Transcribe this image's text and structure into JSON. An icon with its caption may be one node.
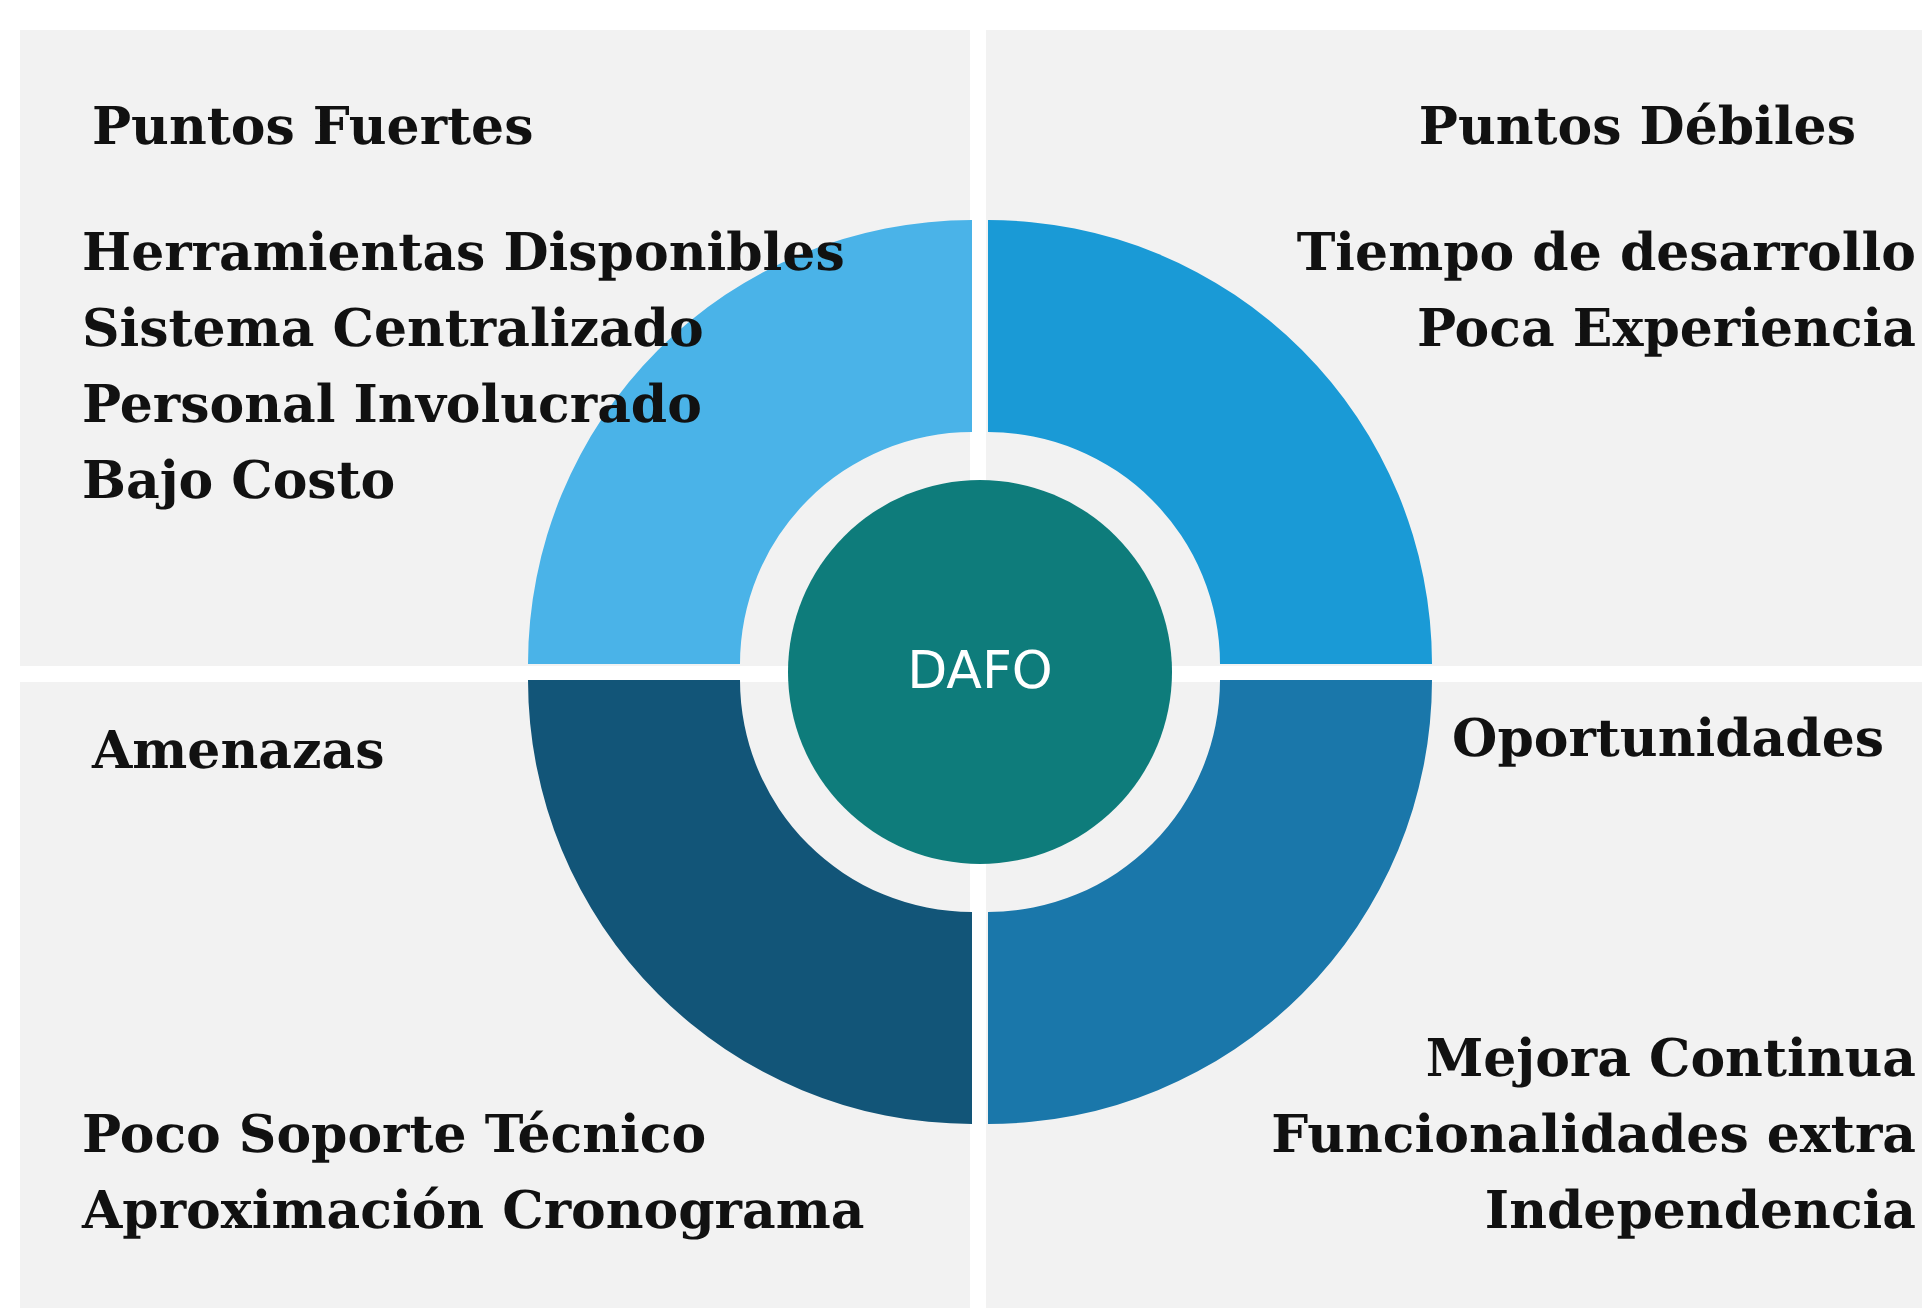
{
  "diagram": {
    "nodes": [
      {
        "text": [
          "Puntos Fuertes",
          "Herramientas Disponibles",
          "Sistema Centralizado",
          "Personal Involucrado",
          "Bajo Costo"
        ]
      },
      {
        "text": [
          "Puntos Débiles",
          "Tiempo de desarrollo",
          "Poca Experiencia"
        ]
      },
      {
        "text": [
          "DAFO"
        ]
      },
      {
        "text": [
          "Amenazas",
          "Poco Soporte Técnico",
          "Aproximación Cronograma"
        ]
      },
      {
        "text": [
          "Oportunidades",
          "Mejora Continua",
          "Funcionalidades extra",
          "Independencia"
        ]
      }
    ]
  }
}
